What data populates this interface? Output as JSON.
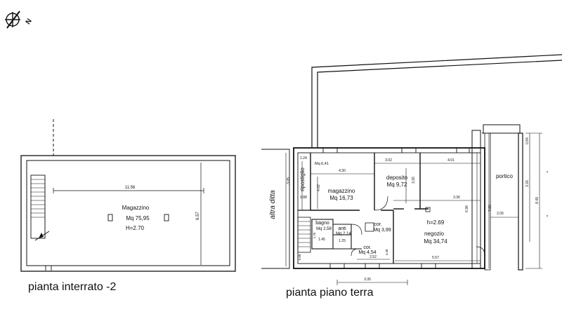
{
  "compass": {
    "icon": "north-arrow-icon",
    "letter": "N"
  },
  "basement": {
    "caption": "pianta interrato -2",
    "room_name": "Magazzino",
    "room_area": "Mq  75,95",
    "room_height": "H=2.70",
    "dim_width": "11.56",
    "dim_depth": "6.57"
  },
  "ground": {
    "caption": "pianta piano terra",
    "other_property": "altra ditta",
    "rooms": {
      "ripostiglio": {
        "name": "ripostiglio",
        "area": "Mq  6,41"
      },
      "magazzino": {
        "name": "magazzino",
        "area": "Mq  16,73"
      },
      "deposito": {
        "name": "deposito",
        "area": "Mq  9,72"
      },
      "bagno": {
        "name": "bagno",
        "area": "Mq  2,58"
      },
      "anti": {
        "name": "anti",
        "area": "Mq  2,14"
      },
      "cor_upper": {
        "name": "cor.",
        "area": "Mq  3,99"
      },
      "cor_lower": {
        "name": "cor.",
        "area": "Mq  4,54"
      },
      "negozio": {
        "name": "negozio",
        "area": "Mq  34,74",
        "height": "h=2.69"
      },
      "portico": {
        "name": "portico"
      }
    },
    "dims": {
      "d124": "1.24",
      "d430": "4.30",
      "d302": "3.02",
      "d401": "4.01",
      "d305": "3.05",
      "d402": "4.02",
      "d326a": "3.26",
      "d088a": "0.88",
      "d336": "3.36",
      "d696": "6.96",
      "d760": "7.60",
      "d205": "2.05",
      "d084": "0.84",
      "d326b": "3.26",
      "d849": "8.49",
      "d176": "1.76",
      "d145": "1.45",
      "d125": "1.25",
      "d088b": "0.88",
      "d252": "2.52",
      "d448": "4.48",
      "d557": "5.57",
      "d335": "3.35"
    }
  }
}
